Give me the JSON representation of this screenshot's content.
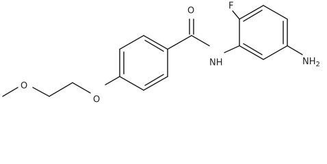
{
  "molecule": {
    "atoms": {
      "carbonyl_o": "O",
      "amide_nh": "NH",
      "fluorine": "F",
      "amine": "NH",
      "amine_sub": "2",
      "ether_o": "O",
      "methoxy_o": "O"
    }
  }
}
